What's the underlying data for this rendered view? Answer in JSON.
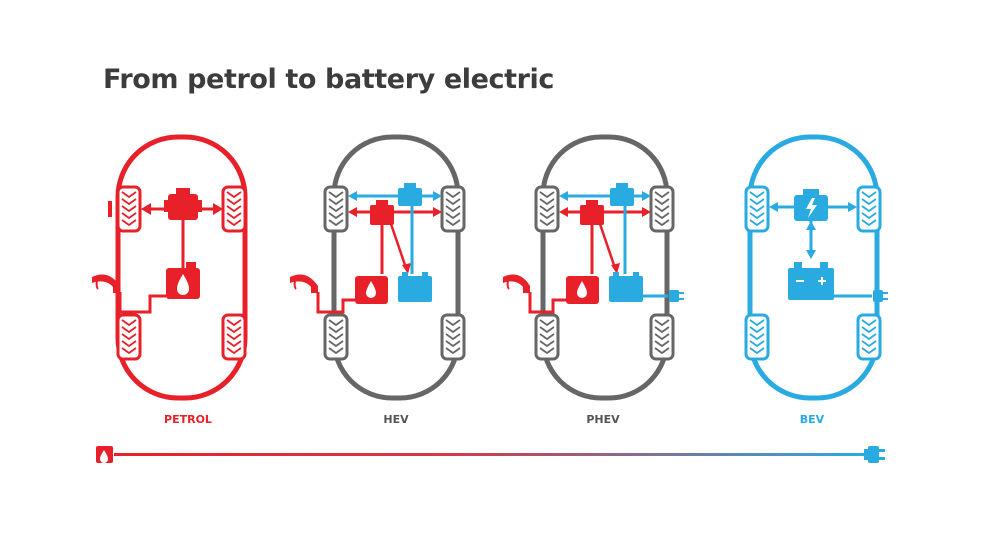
{
  "title": "From petrol to battery electric",
  "colors": {
    "petrol": "#e8202a",
    "electric": "#29abe2",
    "body_grey": "#666666",
    "title": "#3c3c3c",
    "background": "#ffffff"
  },
  "vehicles": [
    {
      "label": "PETROL",
      "body": "red",
      "label_color": "#e8202a",
      "engine": "petrol",
      "fuel_tank": true,
      "battery": false,
      "plug": false,
      "fuel_nozzle": true
    },
    {
      "label": "HEV",
      "body": "grey",
      "label_color": "#555555",
      "engine": "hybrid",
      "fuel_tank": true,
      "battery": true,
      "plug": false,
      "fuel_nozzle": true
    },
    {
      "label": "PHEV",
      "body": "grey",
      "label_color": "#555555",
      "engine": "hybrid",
      "fuel_tank": true,
      "battery": true,
      "plug": true,
      "fuel_nozzle": true
    },
    {
      "label": "BEV",
      "body": "blue",
      "label_color": "#29abe2",
      "engine": "electric",
      "fuel_tank": false,
      "battery": true,
      "plug": true,
      "fuel_nozzle": false
    }
  ],
  "scale": {
    "start_icon": "fuel-pump-icon",
    "end_icon": "electric-plug-icon",
    "gradient_from": "#e8202a",
    "gradient_to": "#29abe2"
  }
}
